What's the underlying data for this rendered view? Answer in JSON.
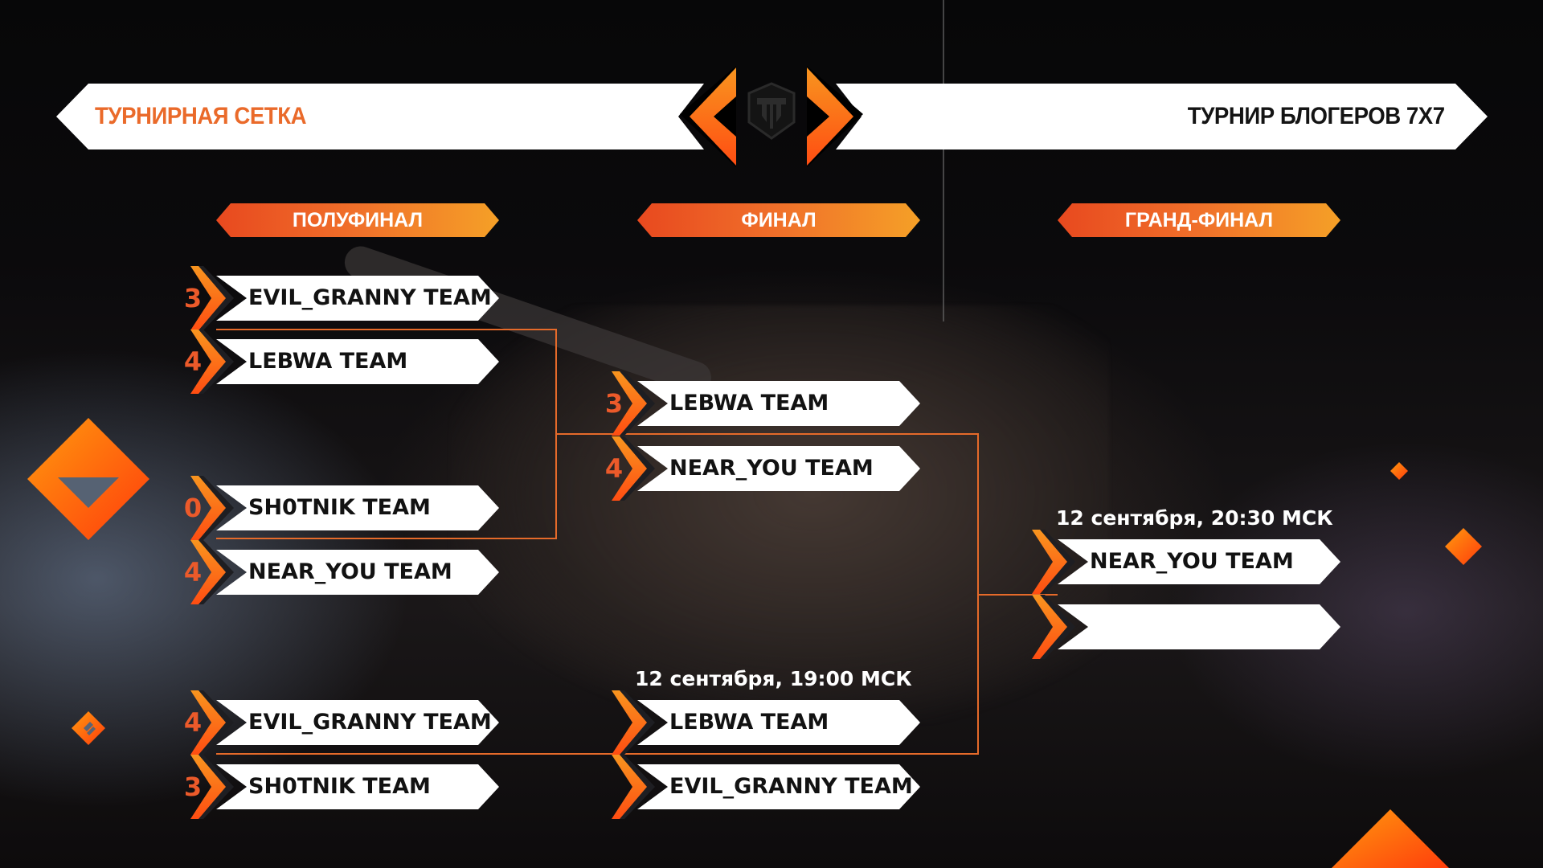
{
  "header": {
    "left_title": "ТУРНИРНАЯ СЕТКА",
    "right_title": "ТУРНИР БЛОГЕРОВ 7X7",
    "logo_icon": "world-of-tanks-logo-icon"
  },
  "colors": {
    "accent_orange": "#ea6a2a",
    "gradient_start": "#e8491f",
    "gradient_end": "#f5a027",
    "bracket_line": "#e56a2a",
    "slot_bg": "#ffffff",
    "text_dark": "#121212"
  },
  "rounds": [
    {
      "label": "ПОЛУФИНАЛ"
    },
    {
      "label": "ФИНАЛ"
    },
    {
      "label": "ГРАНД-ФИНАЛ"
    }
  ],
  "semifinal": {
    "upper": [
      {
        "team": "EVIL_GRANNY TEAM",
        "score": "3"
      },
      {
        "team": "LEBWA TEAM",
        "score": "4"
      }
    ],
    "upper2": [
      {
        "team": "SH0TNIK TEAM",
        "score": "0"
      },
      {
        "team": "NEAR_YOU TEAM",
        "score": "4"
      }
    ],
    "lower": [
      {
        "team": "EVIL_GRANNY TEAM",
        "score": "4"
      },
      {
        "team": "SH0TNIK TEAM",
        "score": "3"
      }
    ]
  },
  "final": {
    "upper": [
      {
        "team": "LEBWA TEAM",
        "score": "3"
      },
      {
        "team": "NEAR_YOU TEAM",
        "score": "4"
      }
    ],
    "lower": {
      "date": "12 сентября, 19:00 МСК",
      "slots": [
        {
          "team": "LEBWA TEAM",
          "score": ""
        },
        {
          "team": "EVIL_GRANNY TEAM",
          "score": ""
        }
      ]
    }
  },
  "grand_final": {
    "date": "12 сентября, 20:30 МСК",
    "slots": [
      {
        "team": "NEAR_YOU TEAM",
        "score": ""
      },
      {
        "team": "",
        "score": ""
      }
    ]
  }
}
